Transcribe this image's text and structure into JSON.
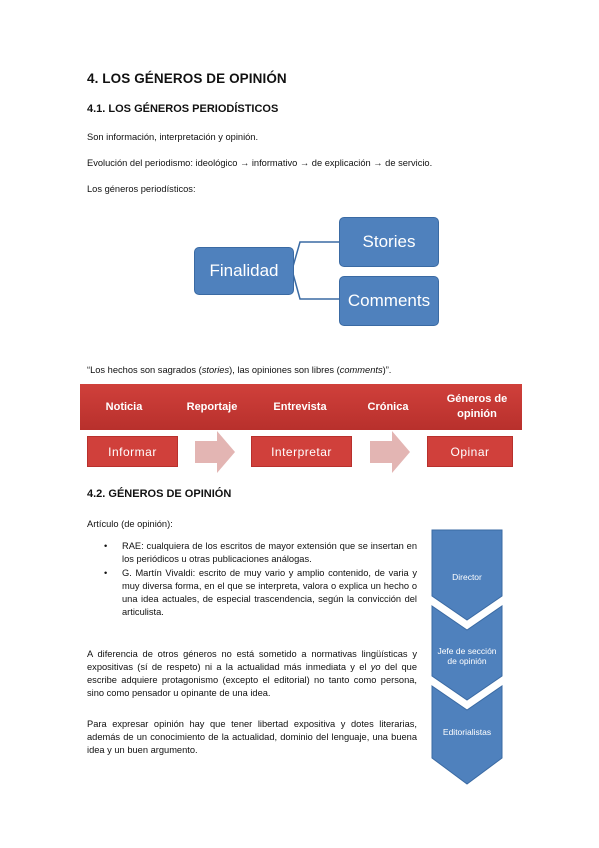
{
  "section": {
    "title": "4. LOS GÉNEROS DE OPINIÓN",
    "sub1": "4.1. LOS GÉNEROS PERIODÍSTICOS",
    "p1": "Son información, interpretación y opinión.",
    "p2": "Evolución del periodismo: ideológico → informativo → de explicación → de servicio.",
    "p3": "Los géneros periodísticos:"
  },
  "diagram": {
    "root": "Finalidad",
    "children": [
      "Stories",
      "Comments"
    ],
    "color": "#4f81bd"
  },
  "quote": {
    "pre": "“Los hechos son sagrados (",
    "em1": "stories",
    "mid": "), las opiniones son libres (",
    "em2": "comments",
    "post": ")”."
  },
  "genres_banner": {
    "items": [
      "Noticia",
      "Reportaje",
      "Entrevista",
      "Crónica",
      "Géneros de opinión"
    ],
    "color": "#c9383a"
  },
  "purposes": {
    "items": [
      "Informar",
      "Interpretar",
      "Opinar"
    ],
    "arrow_color": "#e3b5b3"
  },
  "section2": {
    "sub2": "4.2. GÉNEROS DE OPINIÓN",
    "article_label": "Artículo (de opinión):",
    "bullets": [
      "RAE: cualquiera de los escritos de mayor extensión que se insertan en los periódicos u otras publicaciones análogas.",
      "G. Martín Vivaldi: escrito de muy vario y amplio contenido, de varia y muy diversa forma, en el que se interpreta, valora o explica un hecho o una idea actuales, de especial trascendencia, según la convicción del articulista."
    ],
    "para1_a": "A diferencia de otros géneros no está sometido a normativas lingüísticas y expositivas (sí de respeto) ni a la actualidad más inmediata y el ",
    "para1_em": "yo",
    "para1_b": " del que escribe adquiere protagonismo (excepto el editorial) no tanto como persona, sino como pensador u opinante de una idea.",
    "para2": "Para expresar opinión hay que tener libertad expositiva y dotes literarias, además de un conocimiento de la actualidad, dominio del lenguaje, una buena idea y un buen argumento."
  },
  "hierarchy": {
    "items": [
      "Director",
      "Jefe de sección de opinión",
      "Editorialistas"
    ],
    "color": "#4f81bd"
  }
}
